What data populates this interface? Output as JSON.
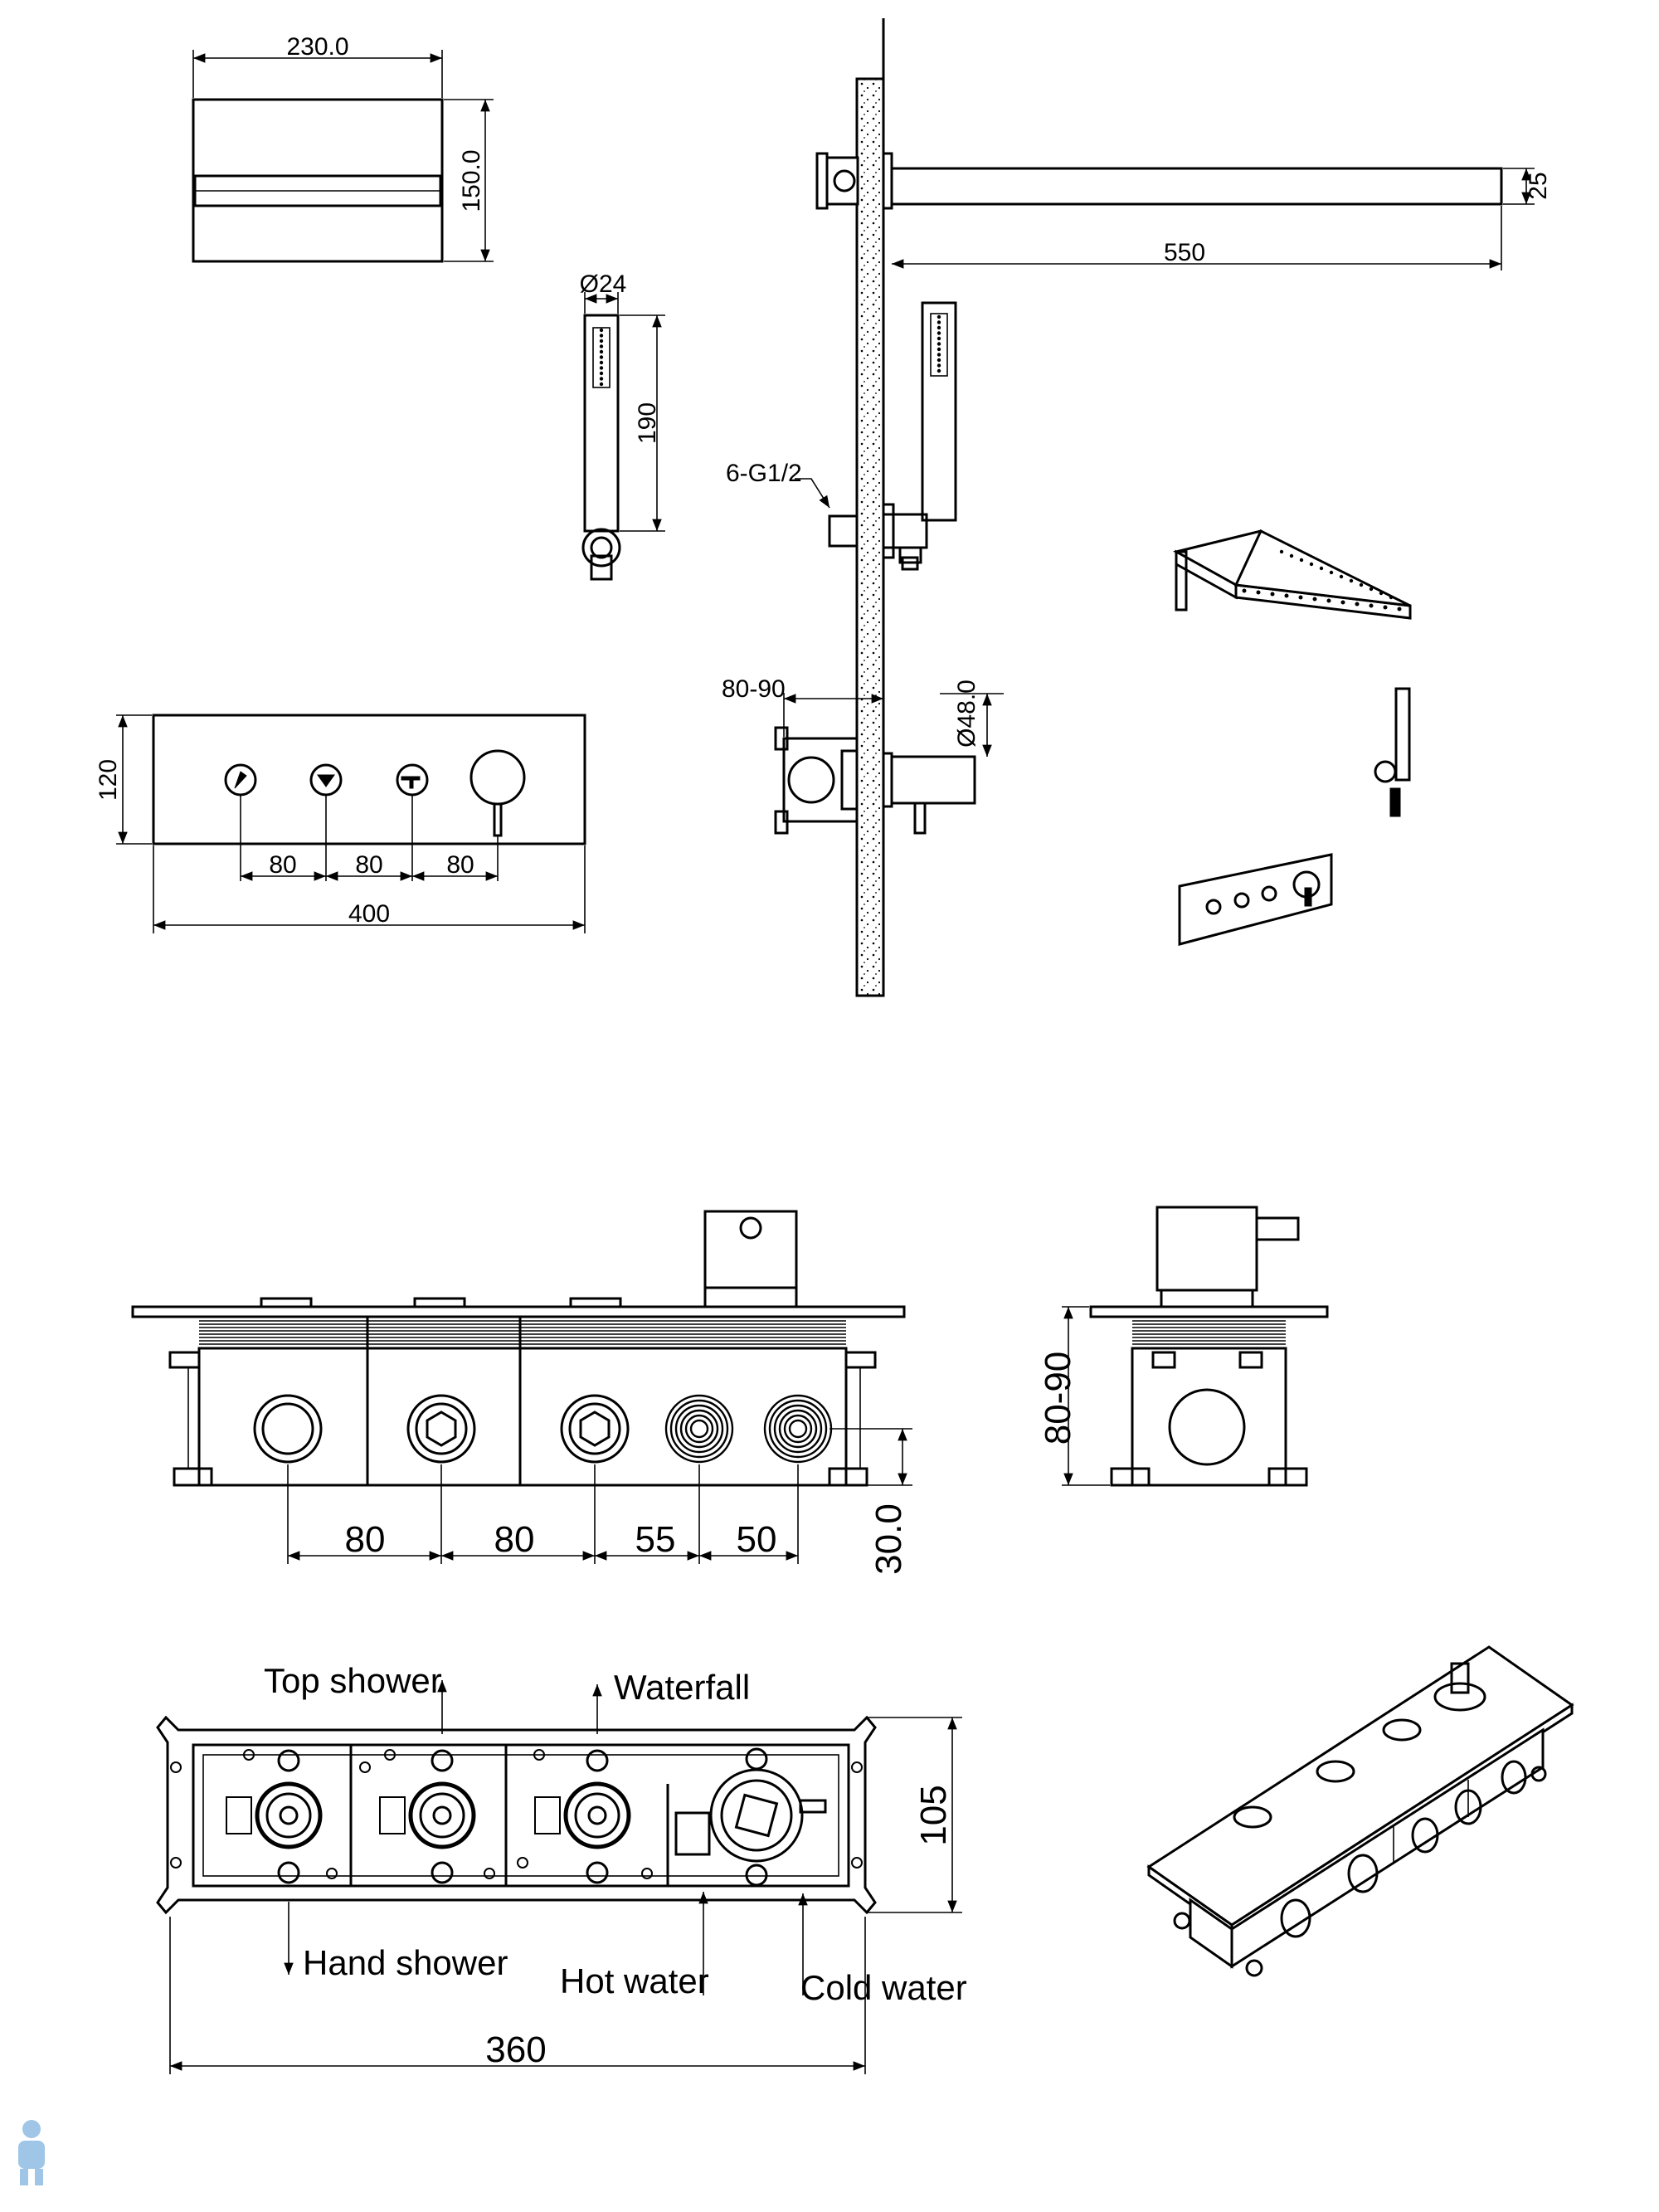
{
  "dims": {
    "shower_head_width": "230.0",
    "shower_head_height": "150.0",
    "arm_length": "550",
    "arm_thickness": "25",
    "hand_shower_diameter": "Ø24",
    "hand_shower_length": "190",
    "thread": "6-G1/2",
    "install_depth": "80-90",
    "outlet_diameter": "Ø48.0",
    "panel_height": "120",
    "panel_spacing_1": "80",
    "panel_spacing_2": "80",
    "panel_spacing_3": "80",
    "panel_width": "400",
    "valve_spacing_1": "80",
    "valve_spacing_2": "80",
    "valve_spacing_3": "55",
    "valve_spacing_4": "50",
    "valve_offset": "30.0",
    "side_depth": "80-90",
    "box_height": "105",
    "box_width": "360"
  },
  "labels": {
    "top_shower": "Top shower",
    "waterfall": "Waterfall",
    "hand_shower": "Hand shower",
    "hot_water": "Hot water",
    "cold_water": "Cold water"
  },
  "icons": {
    "panel_button_1": "top-shower-icon",
    "panel_button_2": "hand-shower-icon",
    "panel_button_3": "waterfall-icon",
    "watermark": "plumber-mascot-icon"
  },
  "colors": {
    "line": "#000000",
    "background": "#ffffff",
    "watermark": "#9fc6e6"
  }
}
